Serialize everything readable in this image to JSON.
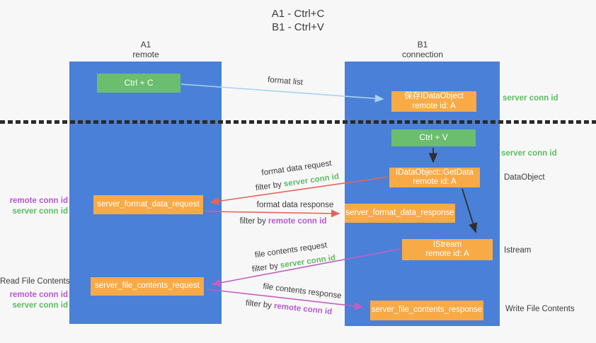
{
  "title": {
    "line1": "A1 - Ctrl+C",
    "line2": "B1 - Ctrl+V"
  },
  "lanes": {
    "a1": {
      "title": "A1",
      "subtitle": "remote"
    },
    "b1": {
      "title": "B1",
      "subtitle": "connection"
    }
  },
  "boxes": {
    "ctrl_c": {
      "label": "Ctrl + C"
    },
    "ctrl_v": {
      "label": "Ctrl + V"
    },
    "save_dataobject": {
      "line1": "保存IDataObject",
      "line2": "remote id: A"
    },
    "getdata": {
      "line1": "IDataObject::GetData",
      "line2": "remote id: A"
    },
    "istream": {
      "line1": "IStream",
      "line2": "remote id: A"
    },
    "server_format_data_request": {
      "label": "server_format_data_request"
    },
    "server_format_data_response": {
      "label": "server_format_data_response"
    },
    "server_file_contents_request": {
      "label": "server_file_contents_request"
    },
    "server_file_contents_response": {
      "label": "server_file_contents_response"
    }
  },
  "arrow_labels": {
    "format_list": "format list",
    "format_data_request": "format data request",
    "format_data_response": "format data response",
    "file_contents_request": "file contents request",
    "file_contents_response": "file contents response",
    "filter_by": "filter by",
    "server_conn_id": "server conn id",
    "remote_conn_id": "remote conn id"
  },
  "side_labels": {
    "server_conn_id": "server conn id",
    "remote_conn_id": "remote conn id",
    "dataobject": "DataObject",
    "istream": "Istream",
    "read_file_contents": "Read File Contents",
    "write_file_contents": "Write File Contents"
  },
  "colors": {
    "background": "#f7f7f8",
    "lane_blue": "#4a80d7",
    "box_green": "#6abe6e",
    "box_orange": "#f8aa47",
    "arrow_lightblue": "#a7d3f0",
    "arrow_black": "#2f2f2f",
    "arrow_red": "#e96357",
    "arrow_magenta": "#c45ec0",
    "text_green": "#5cbd60",
    "text_purple": "#b45bce",
    "text_black": "#3b3b3b"
  }
}
